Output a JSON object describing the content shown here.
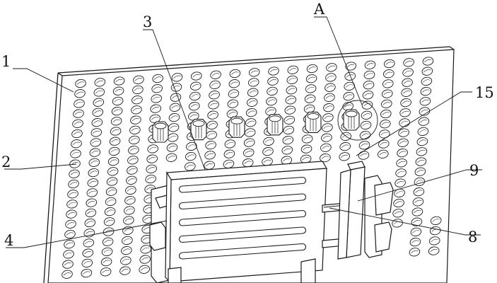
{
  "figure": {
    "callouts": [
      {
        "id": "label-1",
        "text": "1"
      },
      {
        "id": "label-2",
        "text": "2"
      },
      {
        "id": "label-3",
        "text": "3"
      },
      {
        "id": "label-4",
        "text": "4"
      },
      {
        "id": "label-A",
        "text": "A"
      },
      {
        "id": "label-15",
        "text": "15"
      },
      {
        "id": "label-9",
        "text": "9"
      },
      {
        "id": "label-8",
        "text": "8"
      }
    ],
    "peg_count": 6,
    "slot_count": 5,
    "line_color": "#1a1a1a",
    "background_color": "#ffffff"
  }
}
